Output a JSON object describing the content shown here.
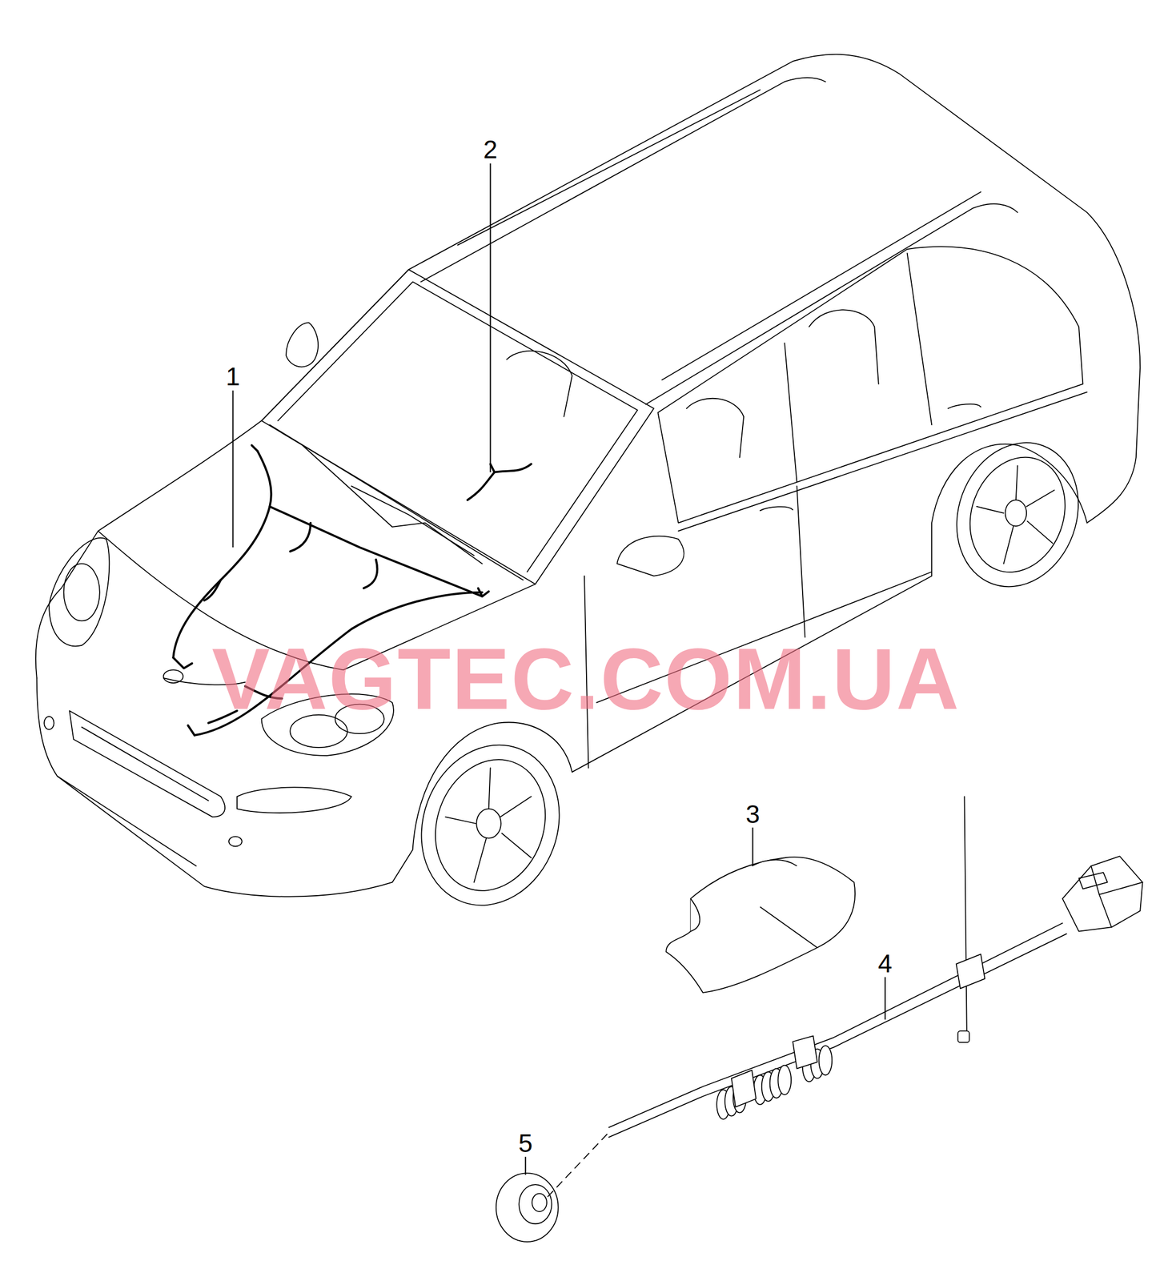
{
  "diagram": {
    "labels": [
      "1",
      "2",
      "3",
      "4",
      "5",
      "VAGTEC.COM.UA"
    ]
  }
}
